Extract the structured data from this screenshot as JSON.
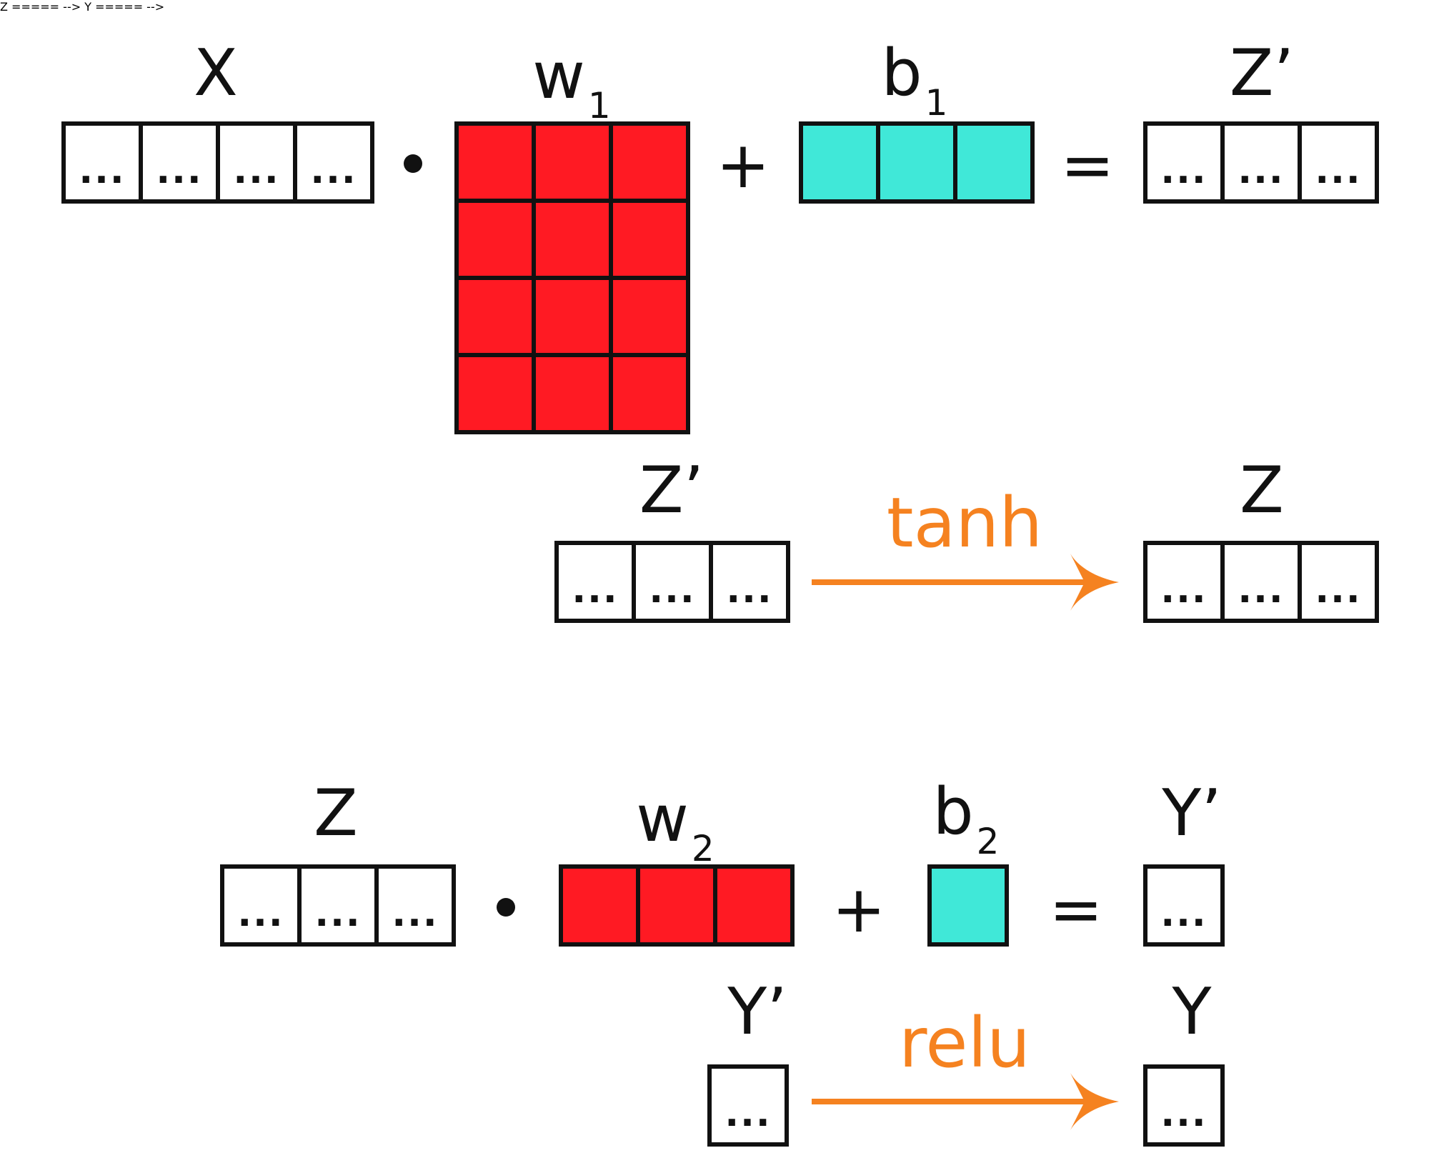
{
  "colors": {
    "weight": "#ff1a23",
    "bias": "#40e8d8",
    "activation": "#f58220",
    "ink": "#111111"
  },
  "cell_text": "...",
  "equation1": {
    "x_label": "X",
    "w_label": "w",
    "w_sub": "1",
    "b_label": "b",
    "b_sub": "1",
    "result_label": "Z’",
    "plus": "+",
    "equals": "="
  },
  "activation1": {
    "input_label": "Z’",
    "function": "tanh",
    "output_label": "Z"
  },
  "equation2": {
    "z_label": "Z",
    "w_label": "w",
    "w_sub": "2",
    "b_label": "b",
    "b_sub": "2",
    "result_label": "Y’",
    "plus": "+",
    "equals": "="
  },
  "activation2": {
    "input_label": "Y’",
    "function": "relu",
    "output_label": "Y"
  }
}
